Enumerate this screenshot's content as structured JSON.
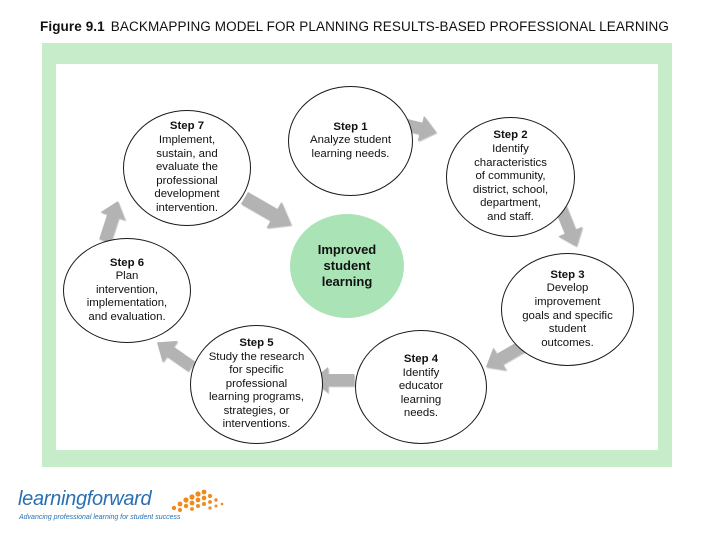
{
  "figure": {
    "label": "Figure 9.1",
    "title": "BACKMAPPING MODEL FOR PLANNING RESULTS-BASED PROFESSIONAL LEARNING"
  },
  "center": {
    "text": "Improved\nstudent\nlearning"
  },
  "steps": [
    {
      "title": "Step 1",
      "text": "Analyze student\nlearning needs."
    },
    {
      "title": "Step 2",
      "text": "Identify\ncharacteristics\nof community,\ndistrict, school,\ndepartment,\nand staff."
    },
    {
      "title": "Step 3",
      "text": "Develop\nimprovement\ngoals and specific\nstudent\noutcomes."
    },
    {
      "title": "Step 4",
      "text": "Identify\neducator\nlearning\nneeds."
    },
    {
      "title": "Step 5",
      "text": "Study the research\nfor specific\nprofessional\nlearning programs,\nstrategies, or\ninterventions."
    },
    {
      "title": "Step 6",
      "text": "Plan\nintervention,\nimplementation,\nand evaluation."
    },
    {
      "title": "Step 7",
      "text": "Implement,\nsustain, and\nevaluate the\nprofessional\ndevelopment\nintervention."
    }
  ],
  "colors": {
    "panel_green": "#c6ecc9",
    "center_green": "#a9e3b6",
    "arrow_gray": "#b3b3b3",
    "logo_blue": "#2a6fb2",
    "logo_orange": "#f08a1c"
  },
  "logo": {
    "word_part1": "learning",
    "word_part2": "forward",
    "tagline": "Advancing professional learning for student success"
  }
}
